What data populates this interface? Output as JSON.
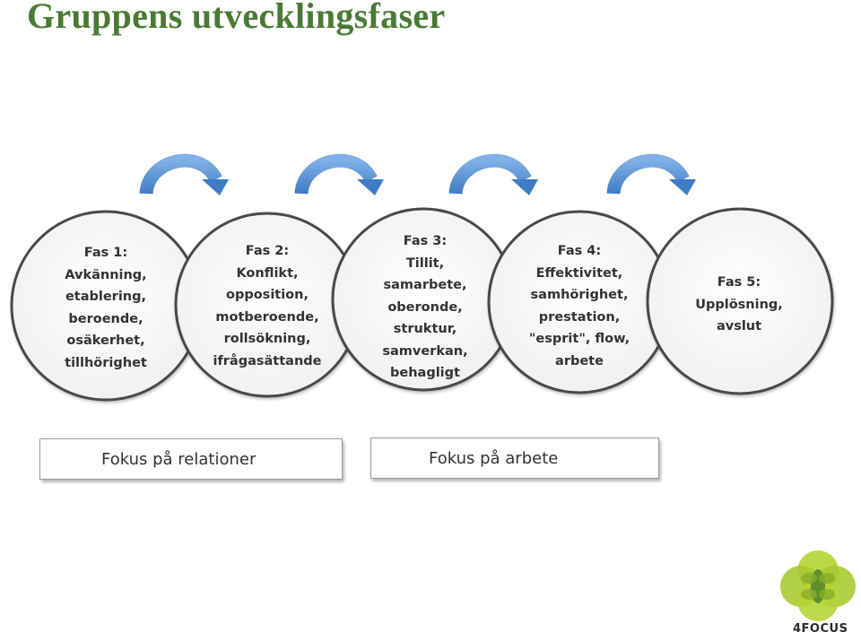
{
  "title": "Gruppens utvecklingsfaser",
  "phases": [
    {
      "lines": [
        "Fas 1:",
        "Avkänning,",
        "etablering,",
        "beroende,",
        "osäkerhet,",
        "tillhörighet"
      ]
    },
    {
      "lines": [
        "Fas 2:",
        "Konflikt,",
        "opposition,",
        "motberoende,",
        "rollsökning,",
        "ifrågasättande"
      ]
    },
    {
      "lines": [
        "Fas 3:",
        "Tillit,",
        "samarbete,",
        "oberonde,",
        "struktur,",
        "samverkan,",
        "behagligt"
      ]
    },
    {
      "lines": [
        "Fas 4:",
        "Effektivitet,",
        "samhörighet,",
        "prestation,",
        "\"esprit\", flow,",
        "arbete"
      ]
    },
    {
      "lines": [
        "Fas 5:",
        "Upplösning,",
        "avslut"
      ]
    }
  ],
  "focus": [
    {
      "label": "Fokus på relationer"
    },
    {
      "label": "Fokus på arbete"
    }
  ],
  "logo": {
    "text": "4FOCUS"
  },
  "colors": {
    "title": "#4a7a34",
    "arrow": "#5b93d4",
    "circle_stroke": "#4a4a4a",
    "logo_light": "#b5d334",
    "logo_dark": "#5f8f2b"
  }
}
